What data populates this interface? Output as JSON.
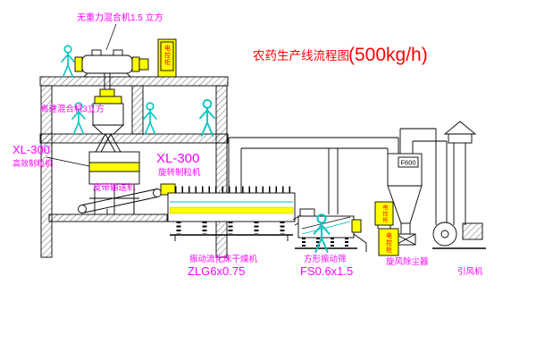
{
  "title": {
    "text": "农药生产线流程图",
    "capacity": "(500kg/h)"
  },
  "labels": {
    "gravity_mixer": "无重力混合机1.5 立方",
    "high_speed_mixer": "高速混合机3立方",
    "granulator_left_model": "XL-300",
    "granulator_left_name": "高效制粒机",
    "granulator_center_model": "XL-300",
    "granulator_center_name": "旋转制粒机",
    "belt_conveyor": "皮带输送机",
    "dryer_name": "振动流化床干燥机",
    "dryer_model": "ZLG6x0.75",
    "screen_name": "方形振动筛",
    "screen_model": "FS0.6x1.5",
    "cyclone": "旋风除尘器",
    "fan": "引风机",
    "cyclone_tag": "F600",
    "cabinet": "电控柜"
  },
  "colors": {
    "label": "#ff00ff",
    "title": "#ff0000",
    "machine_accent": "#ffff00",
    "figure_outline": "#00c3c3",
    "line": "#000000",
    "cabinet_text": "#ff0000"
  }
}
